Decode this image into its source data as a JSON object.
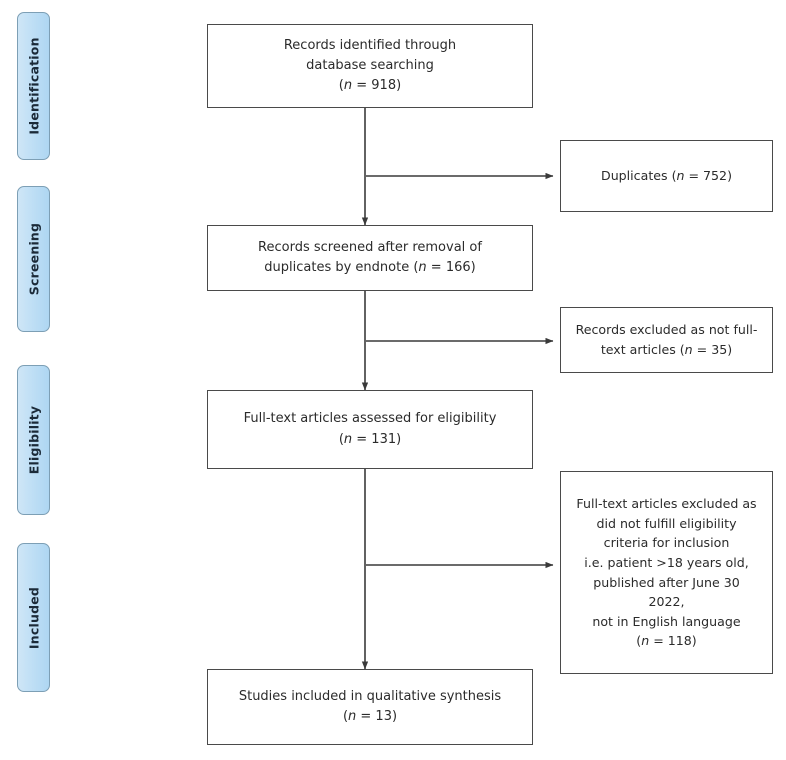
{
  "diagram": {
    "type": "prisma-flow-diagram",
    "title": "PRISMA study selection flow diagram",
    "colors": {
      "stage_tab_fill": "#bfdff5",
      "stage_tab_border": "#7d9fb5",
      "box_border": "#4a4a4a",
      "box_fill": "#ffffff",
      "text": "#2b2b2b",
      "connector": "#3a3a3a",
      "background": "#ffffff"
    },
    "stages": [
      {
        "id": "identification",
        "label": "Identification"
      },
      {
        "id": "screening",
        "label": "Screening"
      },
      {
        "id": "eligibility",
        "label": "Eligibility"
      },
      {
        "id": "included",
        "label": "Included"
      }
    ],
    "main_boxes": [
      {
        "id": "records-identified",
        "lines": [
          "Records identified through",
          "database searching",
          "(n = 918)"
        ],
        "n": 918
      },
      {
        "id": "records-screened",
        "lines": [
          "Records screened after removal of",
          "duplicates by endnote (n = 166)"
        ],
        "n": 166
      },
      {
        "id": "full-text-assessed",
        "lines": [
          "Full-text articles assessed for eligibility",
          "(n = 131)"
        ],
        "n": 131
      },
      {
        "id": "studies-included",
        "lines": [
          "Studies included in qualitative synthesis",
          "(n = 13)"
        ],
        "n": 13
      }
    ],
    "side_boxes": [
      {
        "id": "duplicates",
        "lines": [
          "Duplicates (n = 752)"
        ],
        "n": 752
      },
      {
        "id": "records-excluded",
        "lines": [
          "Records excluded as not full-",
          "text articles (n = 35)"
        ],
        "n": 35
      },
      {
        "id": "full-text-excluded",
        "lines": [
          "Full-text articles excluded as",
          "did not fulfill eligibility",
          "criteria for inclusion",
          "i.e. patient >18 years old,",
          "published after June 30",
          "2022,",
          "not in English language",
          "(n = 118)"
        ],
        "n": 118
      }
    ]
  }
}
